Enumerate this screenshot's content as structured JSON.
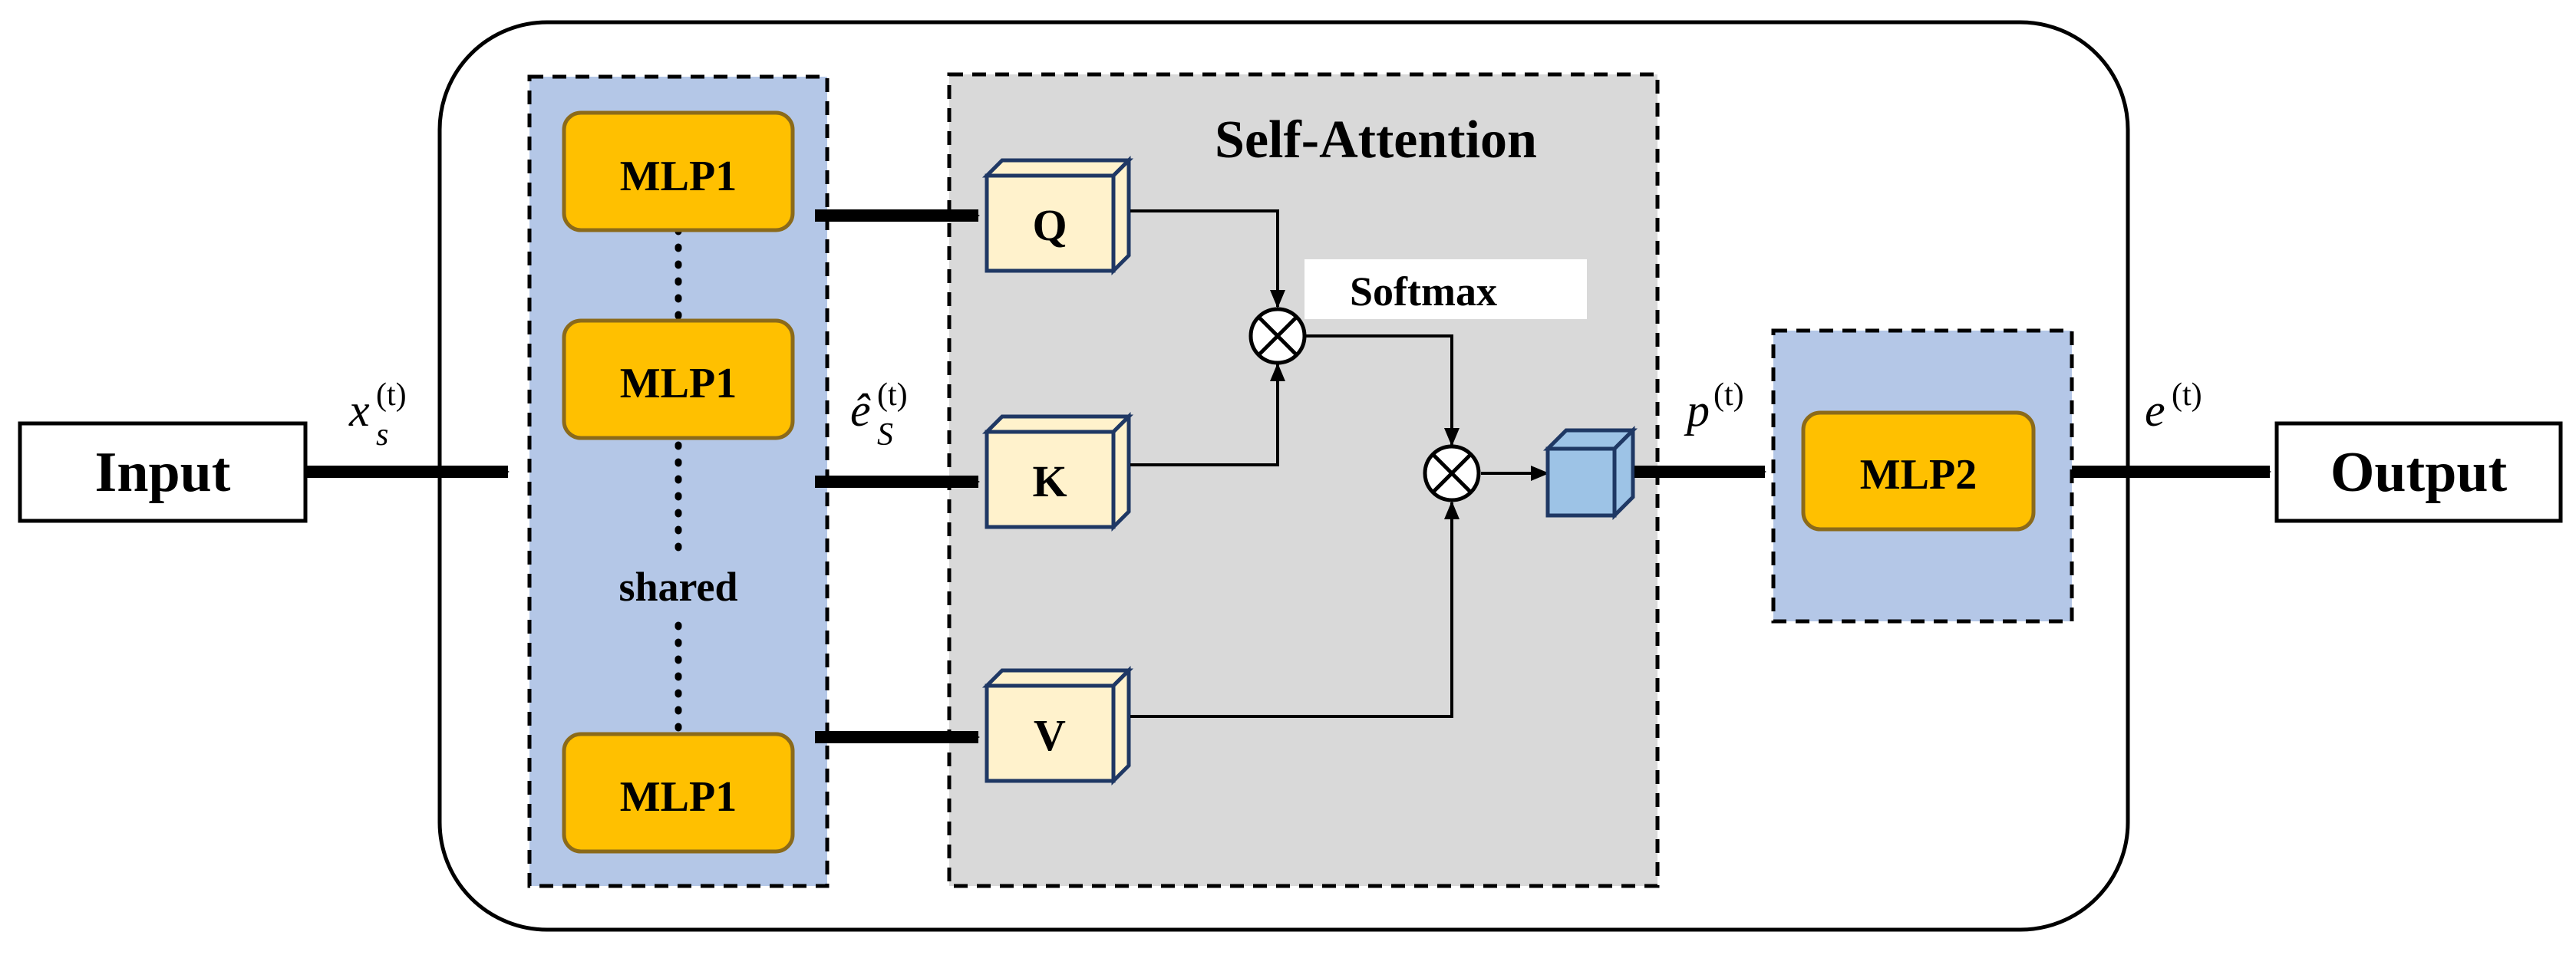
{
  "diagram": {
    "input_label": "Input",
    "output_label": "Output",
    "self_attention_title": "Self-Attention",
    "softmax_label": "Softmax",
    "shared_label": "shared",
    "mlp1_label": "MLP1",
    "mlp2_label": "MLP2",
    "q_label": "Q",
    "k_label": "K",
    "v_label": "V",
    "edge_x": {
      "base": "x",
      "sub": "s",
      "sup": "(t)"
    },
    "edge_e_hat": {
      "base": "ê",
      "sub": "S",
      "sup": "(t)"
    },
    "edge_p": {
      "base": "p",
      "sup": "(t)"
    },
    "edge_e": {
      "base": "e",
      "sup": "(t)"
    }
  },
  "colors": {
    "mlp_fill": "#FFC000",
    "mlp_stroke": "#8B6A1A",
    "panel_blue": "#B4C7E7",
    "panel_gray": "#D9D9D9",
    "qkv_fill": "#FFF2CC",
    "qkv_stroke": "#1F3864",
    "cube_fill": "#9DC3E6",
    "line": "#000000"
  }
}
